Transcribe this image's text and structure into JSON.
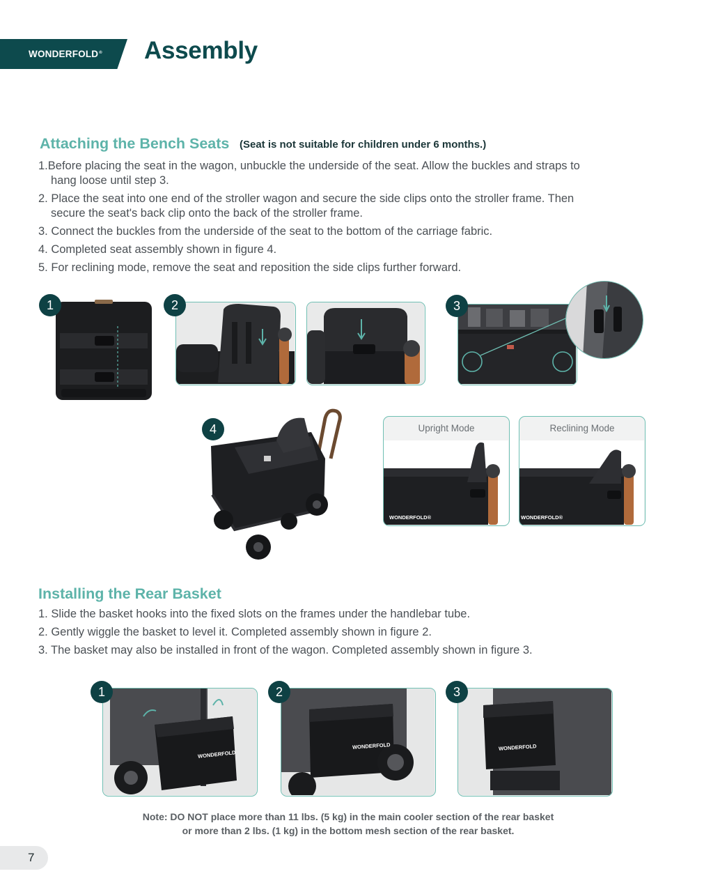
{
  "header": {
    "brand": "WONDERFOLD",
    "brand_mark": "®",
    "title": "Assembly"
  },
  "bench": {
    "title": "Attaching the Bench Seats",
    "warning": "(Seat is not suitable for children under 6 months.)",
    "steps": [
      {
        "a": "1.Before placing the seat in the wagon, unbuckle the underside of the seat. Allow the buckles and straps to",
        "b": "hang loose until step 3."
      },
      {
        "a": "2. Place the seat into one end of the stroller wagon and secure the side clips onto the stroller frame. Then",
        "b": "secure the seat's back clip onto the back of the stroller frame."
      },
      {
        "a": "3. Connect the buckles from the underside of the seat to the bottom of the carriage fabric."
      },
      {
        "a": "4. Completed seat assembly shown in figure 4."
      },
      {
        "a": "5. For reclining mode, remove the seat and reposition the side clips further forward."
      }
    ],
    "figures": [
      "1",
      "2",
      "3",
      "4"
    ],
    "modes": {
      "upright": "Upright Mode",
      "reclining": "Reclining Mode",
      "logo": "WONDERFOLD®"
    }
  },
  "basket": {
    "title": "Installing the Rear Basket",
    "steps": [
      "1. Slide the basket hooks into the fixed slots on the frames under the handlebar tube.",
      "2. Gently wiggle the basket to level it. Completed assembly shown in figure 2.",
      "3. The basket may also be installed in front of the wagon. Completed assembly shown in figure 3."
    ],
    "figures": [
      "1",
      "2",
      "3"
    ],
    "basket_logo": "WONDERFOLD"
  },
  "note": {
    "line1": "Note: DO NOT place more than 11 lbs. (5 kg) in the main cooler section of the rear basket",
    "line2": "or more than 2 lbs. (1 kg) in the bottom mesh section of the rear basket."
  },
  "page_number": "7",
  "colors": {
    "brand_dark": "#0d4a4d",
    "accent_teal": "#5db3a9",
    "frame": "#6fbfb3",
    "badge": "#0e4144"
  }
}
